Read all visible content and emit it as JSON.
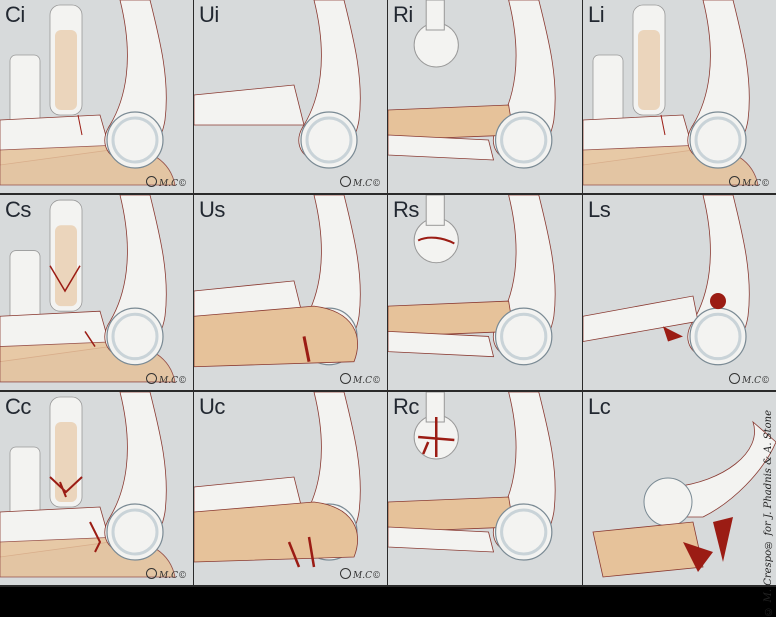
{
  "panels": [
    {
      "label": "Ci",
      "signature": "M.C©",
      "bones": "elbow-top"
    },
    {
      "label": "Ui",
      "signature": "M.C©",
      "bones": "elbow-ulna"
    },
    {
      "label": "Ri",
      "signature": "",
      "bones": "elbow-radius"
    },
    {
      "label": "Li",
      "signature": "M.C©",
      "bones": "elbow-top"
    },
    {
      "label": "Cs",
      "signature": "M.C©",
      "bones": "elbow-top-frac"
    },
    {
      "label": "Us",
      "signature": "M.C©",
      "bones": "elbow-ulna-frac"
    },
    {
      "label": "Rs",
      "signature": "",
      "bones": "elbow-radius-frac"
    },
    {
      "label": "Ls",
      "signature": "M.C©",
      "bones": "elbow-lig"
    },
    {
      "label": "Cc",
      "signature": "M.C©",
      "bones": "elbow-top-comm"
    },
    {
      "label": "Uc",
      "signature": "M.C©",
      "bones": "elbow-ulna-comm"
    },
    {
      "label": "Rc",
      "signature": "",
      "bones": "elbow-radius-comm"
    },
    {
      "label": "Lc",
      "signature": "",
      "bones": "elbow-dislocated"
    }
  ],
  "credit": "© M. Crespo® for J. Phadnis & A. Stone",
  "colors": {
    "bone": "#f3f3f1",
    "outline": "#8a3a32",
    "tan": "#e6c29a",
    "fracture": "#9b1c14",
    "cartilage": "#c9d3d8",
    "bg": "#d7dadb"
  }
}
